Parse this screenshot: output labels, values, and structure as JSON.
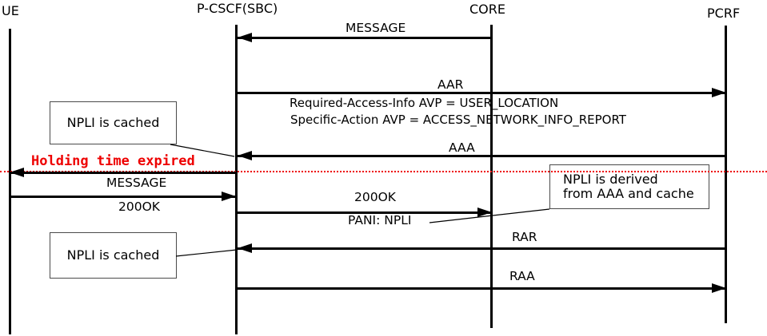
{
  "actors": [
    {
      "id": "ue",
      "label": "UE"
    },
    {
      "id": "pcscf",
      "label": "P-CSCF(SBC)"
    },
    {
      "id": "core",
      "label": "CORE"
    },
    {
      "id": "pcrf",
      "label": "PCRF"
    }
  ],
  "messages": [
    {
      "label": "MESSAGE",
      "from": "CORE",
      "to": "P-CSCF(SBC)"
    },
    {
      "label": "AAR",
      "from": "P-CSCF(SBC)",
      "to": "PCRF",
      "details": [
        "Required-Access-Info AVP = USER_LOCATION",
        "Specific-Action AVP = ACCESS_NETWORK_INFO_REPORT"
      ]
    },
    {
      "label": "AAA",
      "from": "PCRF",
      "to": "P-CSCF(SBC)"
    },
    {
      "label": "MESSAGE",
      "from": "P-CSCF(SBC)",
      "to": "UE"
    },
    {
      "label": "200OK",
      "from": "UE",
      "to": "P-CSCF(SBC)"
    },
    {
      "label": "200OK",
      "from": "P-CSCF(SBC)",
      "to": "CORE",
      "sublabel": "PANI: NPLI"
    },
    {
      "label": "RAR",
      "from": "PCRF",
      "to": "P-CSCF(SBC)"
    },
    {
      "label": "RAA",
      "from": "P-CSCF(SBC)",
      "to": "PCRF"
    }
  ],
  "notes": [
    {
      "text": "NPLI is cached"
    },
    {
      "lines": [
        "NPLI is derived",
        "from AAA and cache"
      ]
    },
    {
      "text": "NPLI is cached"
    }
  ],
  "divider": {
    "label": "Holding time expired"
  },
  "colors": {
    "line": "#000000",
    "divider_red": "#ee0000",
    "note_border": "#4a4a4a"
  }
}
